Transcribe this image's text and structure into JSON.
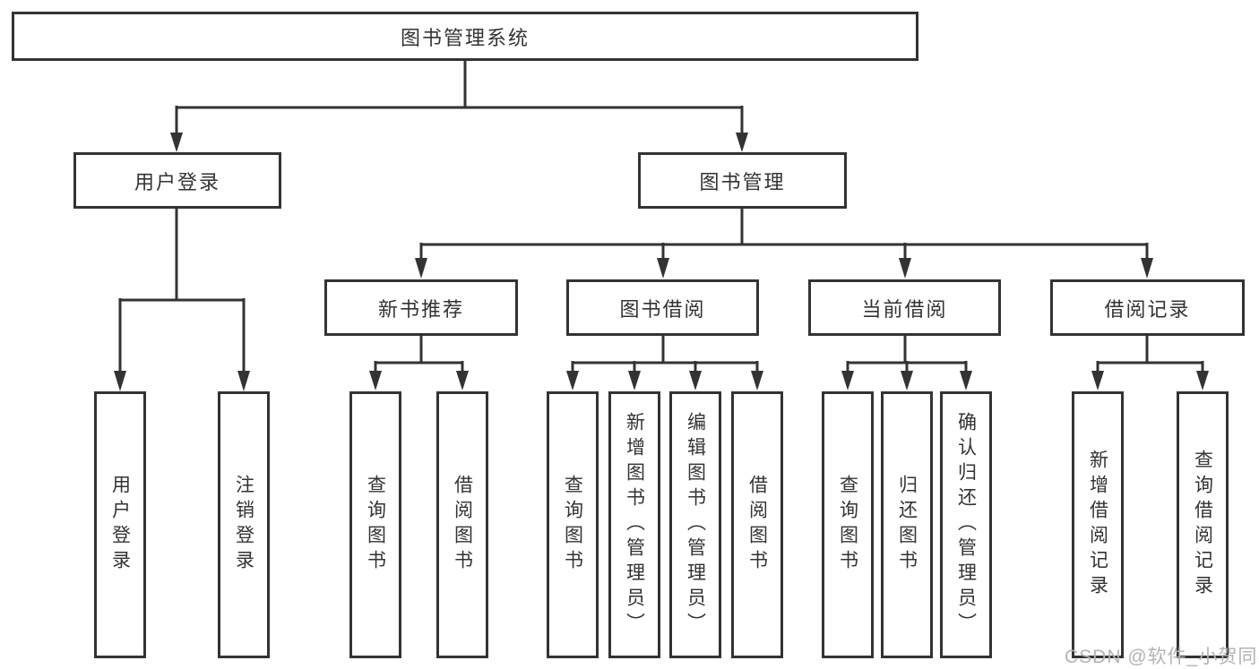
{
  "diagram": {
    "root": {
      "label": "图书管理系统"
    },
    "level2": [
      {
        "label": "用户登录"
      },
      {
        "label": "图书管理"
      }
    ],
    "level3": [
      {
        "label": "新书推荐"
      },
      {
        "label": "图书借阅"
      },
      {
        "label": "当前借阅"
      },
      {
        "label": "借阅记录"
      }
    ],
    "leaves": [
      {
        "label": "用户登录"
      },
      {
        "label": "注销登录"
      },
      {
        "label": "查询图书"
      },
      {
        "label": "借阅图书"
      },
      {
        "label": "查询图书"
      },
      {
        "label": "新增图书（管理员）"
      },
      {
        "label": "编辑图书（管理员）"
      },
      {
        "label": "借阅图书"
      },
      {
        "label": "查询图书"
      },
      {
        "label": "归还图书"
      },
      {
        "label": "确认归还（管理员）"
      },
      {
        "label": "新增借阅记录"
      },
      {
        "label": "查询借阅记录"
      }
    ],
    "watermark": "CSDN @软件_小贺同学",
    "colors": {
      "line": "#333333",
      "text": "#333333",
      "background": "#ffffff",
      "watermark": "#b3b3b3"
    }
  }
}
